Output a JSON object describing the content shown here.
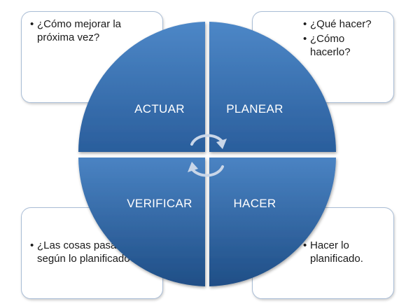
{
  "quadrants": {
    "actuar": "ACTUAR",
    "planear": "PLANEAR",
    "verificar": "VERIFICAR",
    "hacer": "HACER"
  },
  "notes": {
    "actuar": [
      "¿Cómo mejorar la próxima vez?"
    ],
    "planear": [
      "¿Qué hacer?",
      "¿Cómo hacerlo?"
    ],
    "verificar": [
      "¿Las cosas pasaron según lo planificado?"
    ],
    "hacer": [
      "Hacer lo planificado."
    ]
  },
  "colors": {
    "quadrant_light": "#4d87c7",
    "quadrant_dark": "#1f4e86",
    "note_border": "#a9bdd6",
    "cycle_arrow": "#c9d6e8"
  },
  "center_icon": "cycle-arrows-icon"
}
